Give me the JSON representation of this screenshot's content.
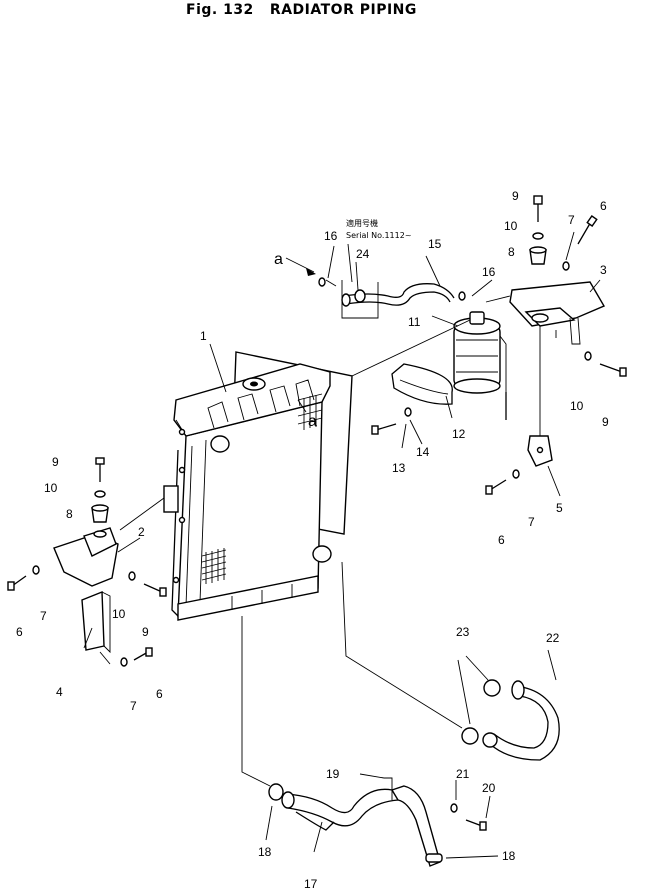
{
  "title": "Fig. 132   RADIATOR PIPING",
  "serial_note": {
    "line1": "適用号機",
    "line2": "Serial No.1112~"
  },
  "view_labels": {
    "a_arrow": "a",
    "a_radiator": "a"
  },
  "callouts": [
    {
      "id": "c1",
      "text": "1"
    },
    {
      "id": "c2",
      "text": "2"
    },
    {
      "id": "c3",
      "text": "3"
    },
    {
      "id": "c4",
      "text": "4"
    },
    {
      "id": "c5",
      "text": "5"
    },
    {
      "id": "c6a",
      "text": "6"
    },
    {
      "id": "c6b",
      "text": "6"
    },
    {
      "id": "c6c",
      "text": "6"
    },
    {
      "id": "c6d",
      "text": "6"
    },
    {
      "id": "c7a",
      "text": "7"
    },
    {
      "id": "c7b",
      "text": "7"
    },
    {
      "id": "c7c",
      "text": "7"
    },
    {
      "id": "c7d",
      "text": "7"
    },
    {
      "id": "c8a",
      "text": "8"
    },
    {
      "id": "c8b",
      "text": "8"
    },
    {
      "id": "c9a",
      "text": "9"
    },
    {
      "id": "c9b",
      "text": "9"
    },
    {
      "id": "c9c",
      "text": "9"
    },
    {
      "id": "c9d",
      "text": "9"
    },
    {
      "id": "c10a",
      "text": "10"
    },
    {
      "id": "c10b",
      "text": "10"
    },
    {
      "id": "c10c",
      "text": "10"
    },
    {
      "id": "c10d",
      "text": "10"
    },
    {
      "id": "c11",
      "text": "11"
    },
    {
      "id": "c12",
      "text": "12"
    },
    {
      "id": "c13",
      "text": "13"
    },
    {
      "id": "c14",
      "text": "14"
    },
    {
      "id": "c15",
      "text": "15"
    },
    {
      "id": "c16a",
      "text": "16"
    },
    {
      "id": "c16b",
      "text": "16"
    },
    {
      "id": "c17",
      "text": "17"
    },
    {
      "id": "c18a",
      "text": "18"
    },
    {
      "id": "c18b",
      "text": "18"
    },
    {
      "id": "c19",
      "text": "19"
    },
    {
      "id": "c20",
      "text": "20"
    },
    {
      "id": "c21",
      "text": "21"
    },
    {
      "id": "c22",
      "text": "22"
    },
    {
      "id": "c23",
      "text": "23"
    },
    {
      "id": "c24",
      "text": "24"
    }
  ]
}
